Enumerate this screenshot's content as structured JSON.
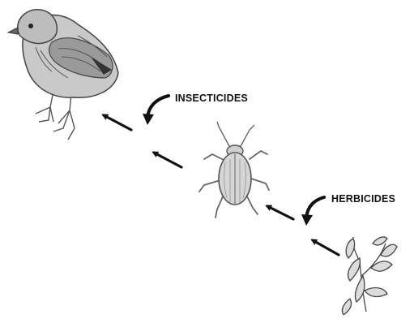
{
  "labels": {
    "insecticides": "INSECTICIDES",
    "herbicides": "HERBICIDES"
  },
  "organisms": {
    "top": "quail-bird",
    "middle": "beetle-insect",
    "bottom": "plant-sprig"
  },
  "colors": {
    "ink": "#111111",
    "bird_fill": "#c9c9c9",
    "bird_shade": "#7a7a7a",
    "beetle_fill": "#d6d6d6",
    "plant_fill": "#dcdcdc",
    "background": "#ffffff"
  }
}
